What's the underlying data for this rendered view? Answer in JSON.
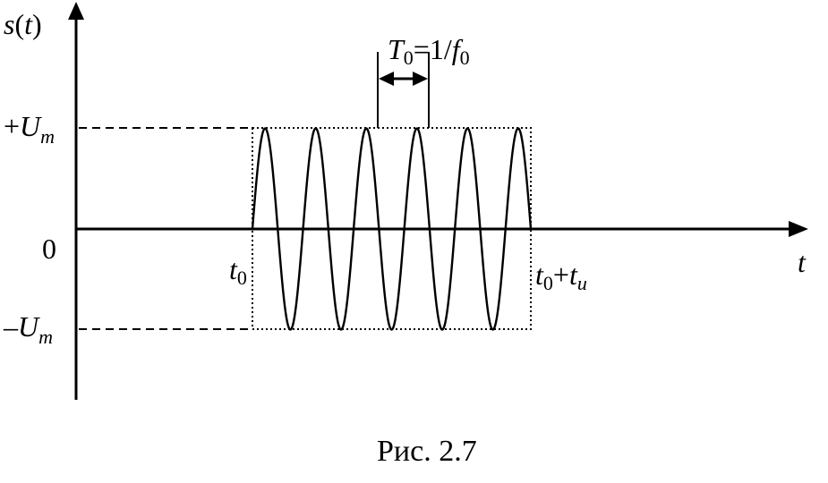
{
  "labels": {
    "y_axis_var": "s",
    "y_axis_paren_open": "(",
    "y_axis_arg": "t",
    "y_axis_paren_close": ")",
    "x_axis_var": "t",
    "plus_sign": "+",
    "minus_sign": "–",
    "amplitude_var": "U",
    "amplitude_sub": "m",
    "zero": "0",
    "t0_var": "t",
    "t0_sub": "0",
    "tend_var_1": "t",
    "tend_sub_1": "0",
    "tend_plus": "+",
    "tend_var_2": "t",
    "tend_sub_2": "и",
    "period_var": "T",
    "period_sub": "0",
    "period_eq": "=1/",
    "period_f": "f",
    "period_f_sub": "0"
  },
  "caption": "Рис. 2.7",
  "signal": {
    "amplitude_levels": [
      1,
      0,
      -1
    ],
    "pulse_start": "t0",
    "pulse_end": "t0+tи",
    "periods_shown": 5.5
  }
}
